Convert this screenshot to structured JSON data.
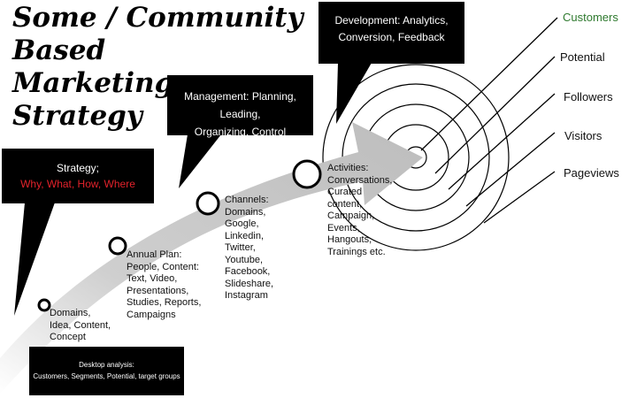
{
  "title": {
    "line1": "Some / Community",
    "line2": "Based",
    "line3": "Marketing",
    "line4": "Strategy"
  },
  "boxes": {
    "strategy": {
      "line1": "Strategy;",
      "line2": "Why, What, How, Where"
    },
    "management": {
      "line1": "Management: Planning, Leading,",
      "line2": "Organizing, Control"
    },
    "development": {
      "line1": "Development: Analytics,",
      "line2": "Conversion, Feedback"
    },
    "desktop": {
      "line1": "Desktop analysis:",
      "line2": "Customers, Segments, Potential, target groups"
    }
  },
  "steps": [
    {
      "lines": [
        "Domains,",
        "Idea, Content,",
        "Concept"
      ]
    },
    {
      "lines": [
        "Annual Plan:",
        "People, Content:",
        "Text, Video,",
        "Presentations,",
        "Studies, Reports,",
        "Campaigns"
      ]
    },
    {
      "lines": [
        "Channels:",
        "Domains,",
        "Google,",
        "Linkedin,",
        "Twitter,",
        "Youtube,",
        "Facebook,",
        "Slideshare,",
        "Instagram"
      ]
    },
    {
      "lines": [
        "Activities:",
        "Conversations,",
        "Curated",
        "content,",
        "Campaign,",
        "Events,",
        "Hangouts,",
        "Trainings etc."
      ]
    }
  ],
  "rings": [
    "Customers",
    "Potential",
    "Followers",
    "Visitors",
    "Pageviews"
  ],
  "colors": {
    "accent_red": "#e3222b",
    "customers_green": "#2f7a2f",
    "arrow_gray": "#d2d2d2"
  }
}
